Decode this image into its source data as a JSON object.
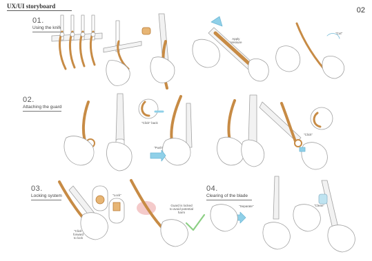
{
  "document": {
    "title": "UX/UI storyboard",
    "page_number": "02"
  },
  "steps": [
    {
      "number": "01.",
      "label": "Using the knife"
    },
    {
      "number": "02.",
      "label": "Attaching the guard"
    },
    {
      "number": "03.",
      "label": "Locking system"
    },
    {
      "number": "04.",
      "label": "Clearing of the blade"
    }
  ],
  "annotations": {
    "step1_apply_pressure": "Apply\npressure",
    "step1_cut": "\"Cut\"",
    "step2_click_back": "\"Click\" back",
    "step2_push": "\"Push\"",
    "step2_click": "\"Click\"",
    "step3_lock": "\"Lock\"",
    "step3_click_forward": "\"Click\"\nforward\nto lock",
    "step3_guard": "Guard is locked\nto avoid potential\nharm",
    "step4_separate": "\"Separate\"",
    "step4_clean": "\"Clean\""
  },
  "colors": {
    "wood": "#d9a15a",
    "wood_dark": "#b87a35",
    "blade": "#eeeeee",
    "line": "#9a9a9a",
    "accent_blue": "#8fd0e8",
    "accent_green": "#a8dca0",
    "accent_red": "#f0b4b4"
  },
  "icons": [
    "knife-guard-illustration",
    "hand-illustration",
    "knife-illustration",
    "arrow-icon",
    "checkmark-icon"
  ]
}
